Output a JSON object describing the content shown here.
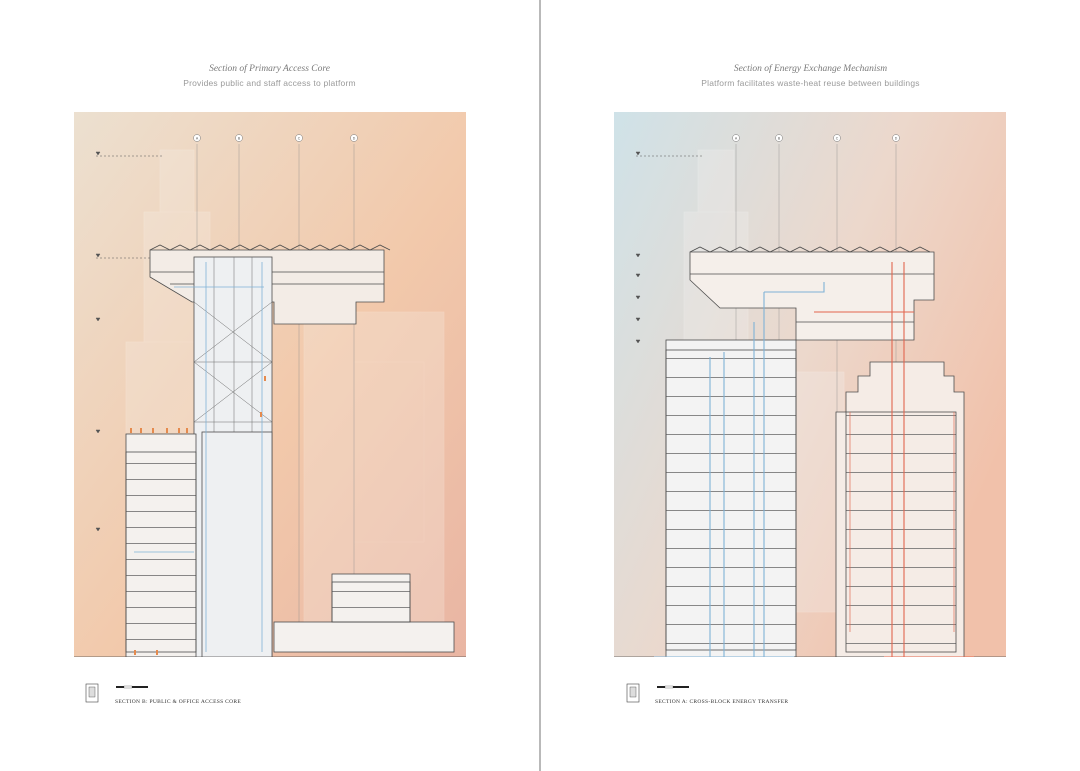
{
  "left_page": {
    "title": "Section of Primary Access Core",
    "subtitle": "Provides public and staff access to platform",
    "caption": "SECTION B: PUBLIC & OFFICE ACCESS CORE",
    "grid_labels": [
      "A",
      "B",
      "C",
      "D"
    ],
    "gradient": [
      "#ecdcc8",
      "#f2c7a8",
      "#eab8a4"
    ]
  },
  "right_page": {
    "title": "Section of Energy Exchange Mechanism",
    "subtitle": "Platform facilitates waste-heat reuse between buildings",
    "caption": "SECTION A: CROSS-BLOCK ENERGY TRANSFER",
    "grid_labels": [
      "A",
      "B",
      "C",
      "D"
    ],
    "gradient": [
      "#cfe0e6",
      "#ead7cc",
      "#f0c3ad"
    ]
  },
  "colors": {
    "cool_pipe": "#7fb2d6",
    "warm_pipe": "#e2664f",
    "linework": "#5a5a5a",
    "spine": "#b9b9b9"
  }
}
